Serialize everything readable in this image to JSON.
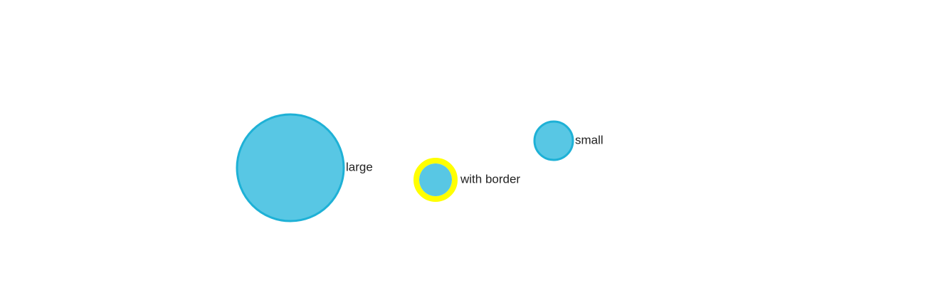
{
  "graph": {
    "nodes": [
      {
        "id": "large",
        "label": "large",
        "size": "large",
        "fill": "#58c7e4",
        "stroke": "#1eb1d6",
        "border_color": ""
      },
      {
        "id": "with-border",
        "label": "with border",
        "size": "medium",
        "fill": "#58c7e4",
        "stroke": "#1eb1d6",
        "border_color": "#ffff00"
      },
      {
        "id": "small",
        "label": "small",
        "size": "small",
        "fill": "#58c7e4",
        "stroke": "#1eb1d6",
        "border_color": ""
      }
    ]
  }
}
